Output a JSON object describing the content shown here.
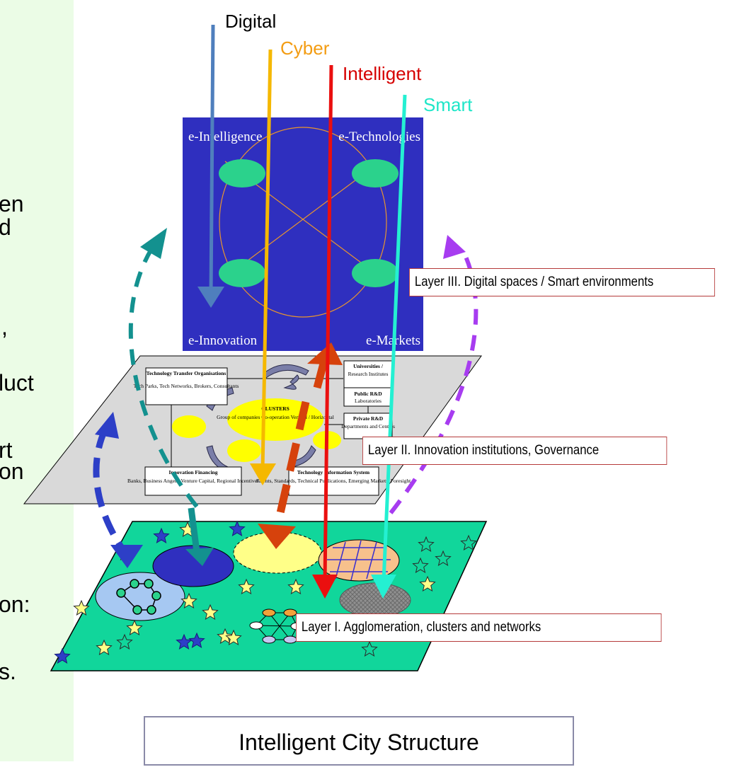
{
  "arrow_labels": {
    "digital": "Digital",
    "cyber": "Cyber",
    "intelligent": "Intelligent",
    "smart": "Smart"
  },
  "quadrants": {
    "top_left": "e-Intelligence",
    "top_right": "e-Technologies",
    "bottom_left": "e-Innovation",
    "bottom_right": "e-Markets"
  },
  "layers": {
    "layer3": "Layer III. Digital spaces / Smart environments",
    "layer2": "Layer II. Innovation institutions, Governance",
    "layer1": "Layer I. Agglomeration, clusters and networks"
  },
  "institutions": {
    "tto_title": "Technology Transfer Organisations",
    "tto_text": "Tech Parks, Tech Networks, Brokers, Consultants",
    "univ_title": "Universities /",
    "univ_text": "Research Institutes",
    "public_title": "Public R&D",
    "public_text": "Laboratories",
    "private_title": "Private R&D",
    "private_text": "Departments and Centres",
    "clusters_title": "CLUSTERS",
    "clusters_text": "Group of companies Co-operation Vertical / Horizontal",
    "financing_title": "Innovation Financing",
    "financing_text": "Banks, Business Angels, Venture Capital, Regional Incentives",
    "tis_title": "Technology Information System",
    "tis_text": "Patents, Standards, Technical Publications, Emerging Markets, Foresight"
  },
  "side_text": [
    "en",
    "d",
    ",",
    "luct",
    "rt",
    "on",
    "on:",
    "s."
  ],
  "caption": "Intelligent City Structure",
  "colors": {
    "digital": "#4f7fbd",
    "cyber": "#f5b800",
    "intelligent": "#ea0f0f",
    "smart": "#24f0d2",
    "square": "#2f2fbf",
    "ground": "#11d69b",
    "plane": "#d9d9d9",
    "teal_dash": "#13918f",
    "violet_dash": "#a73cf0",
    "blue_dash": "#2d3fc7",
    "orange_red": "#d6420c"
  }
}
